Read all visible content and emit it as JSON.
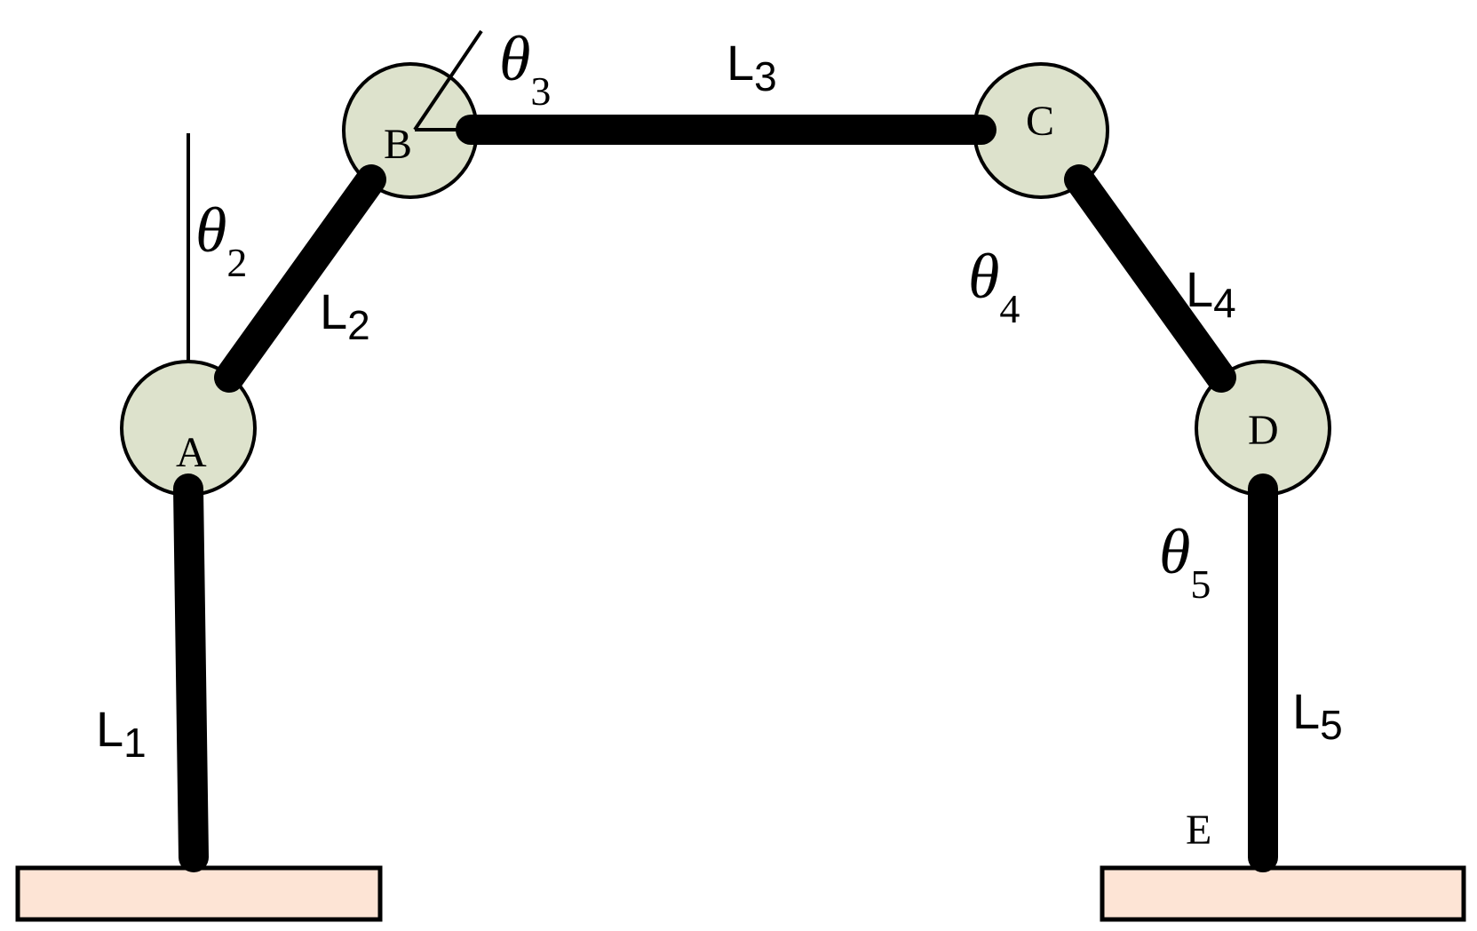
{
  "joints": {
    "a": "A",
    "b": "B",
    "c": "C",
    "d": "D",
    "e": "E"
  },
  "links": [
    {
      "base": "L",
      "sub": "1"
    },
    {
      "base": "L",
      "sub": "2"
    },
    {
      "base": "L",
      "sub": "3"
    },
    {
      "base": "L",
      "sub": "4"
    },
    {
      "base": "L",
      "sub": "5"
    }
  ],
  "angles": [
    {
      "base": "θ",
      "sub": "2"
    },
    {
      "base": "θ",
      "sub": "3"
    },
    {
      "base": "θ",
      "sub": "4"
    },
    {
      "base": "θ",
      "sub": "5"
    }
  ],
  "colors": {
    "joint_fill": "#dde2cc",
    "base_fill": "#fde4d5",
    "link": "#000000"
  }
}
